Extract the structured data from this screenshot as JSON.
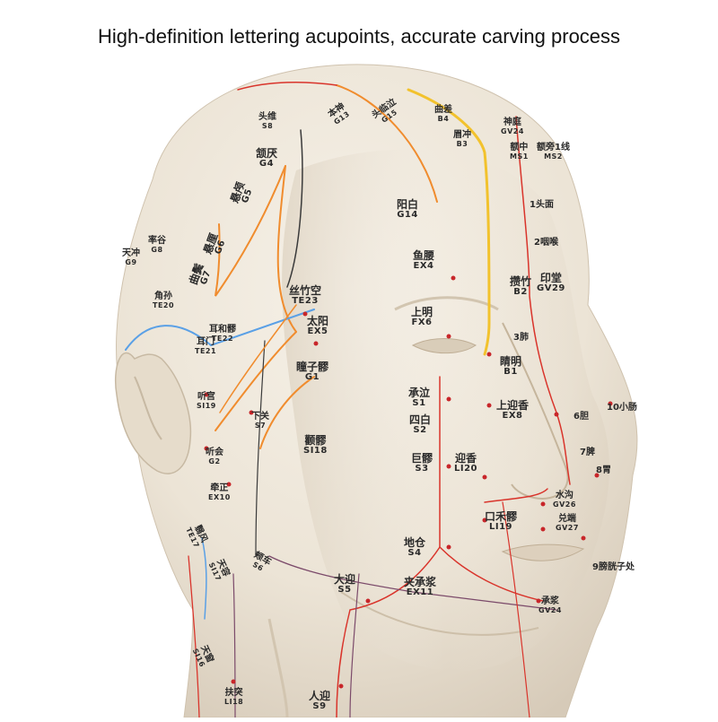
{
  "caption": "High-definition lettering acupoints, accurate carving process",
  "colors": {
    "skin": "#eee7db",
    "skin_shadow": "#d9cfc1",
    "meridian_red": "#d9342b",
    "meridian_orange": "#f08c2e",
    "meridian_yellow": "#f2c22d",
    "meridian_blue": "#5aa0e6",
    "meridian_purple": "#7b4a6a",
    "meridian_dark": "#3a3a3a",
    "point_red": "#c8262a"
  },
  "points": [
    {
      "cn": "头维",
      "code": "S8"
    },
    {
      "cn": "本神",
      "code": "G13"
    },
    {
      "cn": "头临泣",
      "code": "G15"
    },
    {
      "cn": "曲差",
      "code": "B4"
    },
    {
      "cn": "神庭",
      "code": "GV24"
    },
    {
      "cn": "眉冲",
      "code": "B3"
    },
    {
      "cn": "额中",
      "code": "MS1"
    },
    {
      "cn": "额旁1线",
      "code": "MS2"
    },
    {
      "cn": "颔厌",
      "code": "G4"
    },
    {
      "cn": "悬颅",
      "code": "G5"
    },
    {
      "cn": "悬厘",
      "code": "G6"
    },
    {
      "cn": "曲鬓",
      "code": "G7"
    },
    {
      "cn": "率谷",
      "code": "G8"
    },
    {
      "cn": "天冲",
      "code": "G9"
    },
    {
      "cn": "角孙",
      "code": "TE20"
    },
    {
      "cn": "阳白",
      "code": "G14"
    },
    {
      "cn": "1头面",
      "code": ""
    },
    {
      "cn": "2咽喉",
      "code": ""
    },
    {
      "cn": "鱼腰",
      "code": "EX4"
    },
    {
      "cn": "印堂",
      "code": "GV29"
    },
    {
      "cn": "攒竹",
      "code": "B2"
    },
    {
      "cn": "丝竹空",
      "code": "TE23"
    },
    {
      "cn": "太阳",
      "code": "EX5"
    },
    {
      "cn": "耳和髎",
      "code": "TE22"
    },
    {
      "cn": "耳门",
      "code": "TE21"
    },
    {
      "cn": "瞳子髎",
      "code": "G1"
    },
    {
      "cn": "上明",
      "code": "FX6"
    },
    {
      "cn": "3肺",
      "code": ""
    },
    {
      "cn": "睛明",
      "code": "B1"
    },
    {
      "cn": "听宫",
      "code": "SI19"
    },
    {
      "cn": "承泣",
      "code": "S1"
    },
    {
      "cn": "上迎香",
      "code": "EX8"
    },
    {
      "cn": "10小肠",
      "code": ""
    },
    {
      "cn": "6胆",
      "code": ""
    },
    {
      "cn": "四白",
      "code": "S2"
    },
    {
      "cn": "下关",
      "code": "S7"
    },
    {
      "cn": "听会",
      "code": "G2"
    },
    {
      "cn": "颧髎",
      "code": "SI18"
    },
    {
      "cn": "7脾",
      "code": ""
    },
    {
      "cn": "巨髎",
      "code": "S3"
    },
    {
      "cn": "迎香",
      "code": "LI20"
    },
    {
      "cn": "8胃",
      "code": ""
    },
    {
      "cn": "牵正",
      "code": "EX10"
    },
    {
      "cn": "水沟",
      "code": "GV26"
    },
    {
      "cn": "口禾髎",
      "code": "LI19"
    },
    {
      "cn": "兑端",
      "code": "GV27"
    },
    {
      "cn": "地仓",
      "code": "S4"
    },
    {
      "cn": "翳风",
      "code": "TE17"
    },
    {
      "cn": "9膀胱子处",
      "code": ""
    },
    {
      "cn": "天容",
      "code": "SI17"
    },
    {
      "cn": "颊车",
      "code": "S6"
    },
    {
      "cn": "大迎",
      "code": "S5"
    },
    {
      "cn": "夹承浆",
      "code": "EX11"
    },
    {
      "cn": "承浆",
      "code": "GV24"
    },
    {
      "cn": "天窗",
      "code": "SI16"
    },
    {
      "cn": "扶突",
      "code": "LI18"
    },
    {
      "cn": "人迎",
      "code": "S9"
    }
  ]
}
